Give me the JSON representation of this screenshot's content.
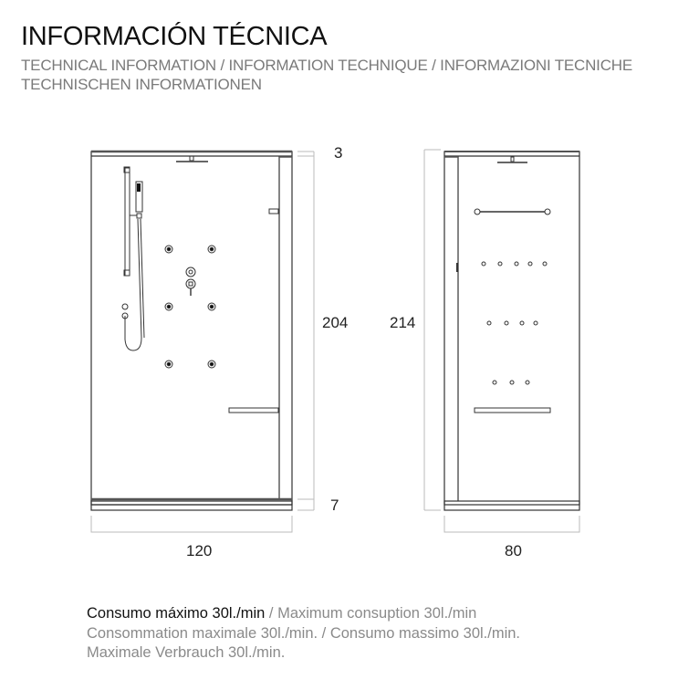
{
  "header": {
    "title": "INFORMACIÓN TÉCNICA",
    "subtitle_line1": "TECHNICAL INFORMATION / INFORMATION TECHNIQUE / INFORMAZIONI TECNICHE",
    "subtitle_line2": "TECHNISCHEN INFORMATIONEN"
  },
  "front_view": {
    "top_dim": "3",
    "height_dim": "204",
    "base_dim": "7",
    "width_dim": "120",
    "jets": 6,
    "components": [
      "rain-shower-head",
      "hand-shower",
      "slide-bar",
      "shower-hose",
      "mixer-valve",
      "diverter",
      "body-jets",
      "door-handle",
      "towel-bar"
    ]
  },
  "side_view": {
    "height_dim": "214",
    "width_dim": "80",
    "nozzle_rows": [
      5,
      4,
      3
    ],
    "components": [
      "rain-shower-head",
      "grab-bar",
      "nozzle-rows",
      "shelf"
    ]
  },
  "footer": {
    "line1_es": "Consumo máximo 30l./min",
    "line1_en": " / Maximum consuption 30l./min",
    "line2": "Consommation maximale 30l./min.  / Consumo massimo 30l./min.",
    "line3": "Maximale Verbrauch 30l./min."
  },
  "colors": {
    "title": "#111111",
    "subtitle": "#7a7a7a",
    "line": "#333333",
    "dim_line": "#bbbbbb"
  }
}
